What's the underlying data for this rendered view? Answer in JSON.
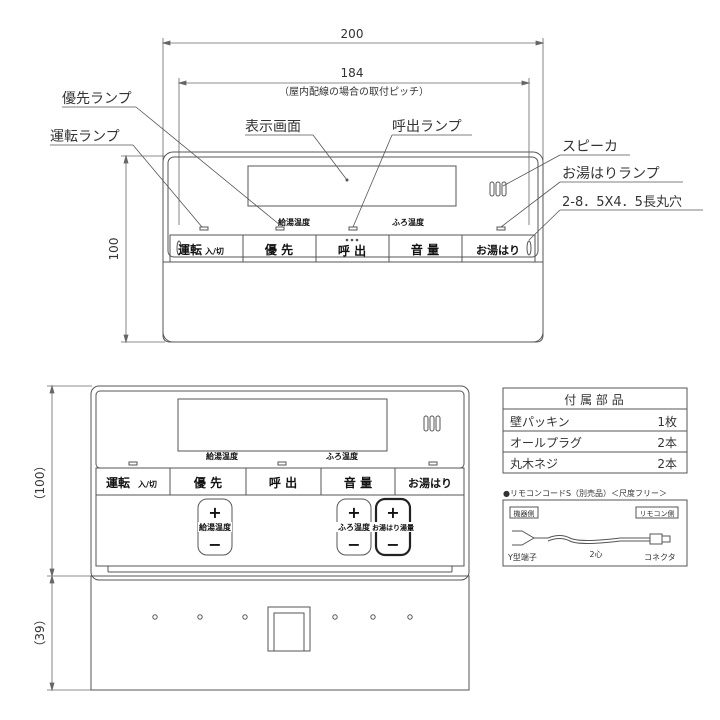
{
  "dimensions": {
    "width_200": "200",
    "width_184": "184",
    "pitch_note": "（屋内配線の場合の取付ピッチ）",
    "height_100": "100",
    "height_100_paren": "（100）",
    "height_39_paren": "（39）"
  },
  "callouts": {
    "priority_lamp": "優先ランプ",
    "run_lamp": "運転ランプ",
    "display_screen": "表示画面",
    "call_lamp": "呼出ランプ",
    "speaker": "スピーカ",
    "bath_fill_lamp": "お湯はりランプ",
    "slot_hole": "2-8．5X4．5長丸穴"
  },
  "panel": {
    "supply_temp": "給湯温度",
    "bath_temp": "ふろ温度",
    "buttons": {
      "run": "運転",
      "run_sub": "入/切",
      "priority": "優 先",
      "call": "呼 出",
      "volume": "音 量",
      "bath_fill": "お湯はり"
    },
    "bath_volume": "お湯はり湯量",
    "plus": "+",
    "minus": "−"
  },
  "accessories": {
    "title": "付 属 部 品",
    "rows": [
      {
        "name": "壁パッキン",
        "qty": "1枚"
      },
      {
        "name": "オールプラグ",
        "qty": "2本"
      },
      {
        "name": "丸木ネジ",
        "qty": "2本"
      }
    ]
  },
  "cord": {
    "title": "●リモコンコードS（別売品）＜尺度フリー＞",
    "device_side": "機器側",
    "remote_side": "リモコン側",
    "y_terminal": "Y型端子",
    "core": "2心",
    "connector": "コネクタ"
  },
  "colors": {
    "line": "#555555",
    "text": "#333333"
  }
}
